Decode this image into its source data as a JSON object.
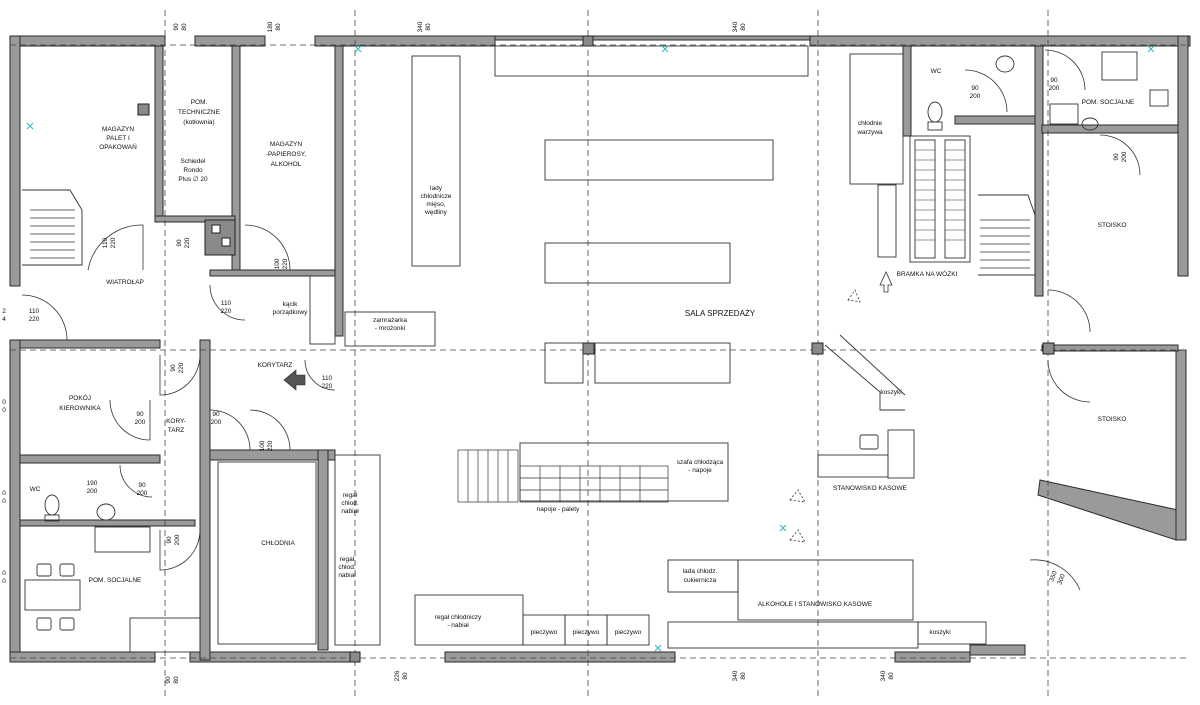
{
  "rooms": {
    "magazyn_palet": [
      "MAGAZYN",
      "PALET I",
      "OPAKOWAŃ"
    ],
    "pom_techniczne": [
      "POM.",
      "TECHNICZNE",
      "(kotłownia)"
    ],
    "magazyn_papierosy": [
      "MAGAZYN",
      "-PAPIEROSY,",
      "ALKOHOL"
    ],
    "boiler": [
      "Schiedel",
      "Rondo",
      "Plus  ∅ 20"
    ],
    "wiatrolap": "WIATROŁAP",
    "katek": [
      "kącik",
      "porządkowy"
    ],
    "zamrazarka": [
      "zamrażarka",
      "- mrożonki"
    ],
    "lady": [
      "lady",
      "chłodnicze",
      "mięso,",
      "wędliny"
    ],
    "sala": "SALA SPRZEDAŻY",
    "chlodnie_warzywa": [
      "chłodnie",
      "warzywa"
    ],
    "bramka": "BRAMKA NA WÓZKI",
    "wc_top": "WC",
    "pom_socjalne_top": "POM. SOCJALNE",
    "stoisko_1": "STOISKO",
    "stoisko_2": "STOISKO",
    "korytarz_main": "KORYTARZ",
    "korytarz_left": [
      "KORY-",
      "TARZ"
    ],
    "pokoj": [
      "POKÓJ",
      "KIEROWNIKA"
    ],
    "wc_left": "WC",
    "pom_socjalne_left": "POM. SOCJALNE",
    "chlodnia": "CHŁODNIA",
    "regal_1": [
      "regał",
      "chłod.",
      "nabiał"
    ],
    "regal_2": [
      "regał",
      "chłod.",
      "nabiał"
    ],
    "regal_chlodniczy": [
      "regał chłodniczy",
      "- nabiał"
    ],
    "pieczywo": [
      "pieczywo",
      "pieczywo",
      "pieczywo"
    ],
    "napoje_palety": "napoje - palety",
    "szafa": [
      "szafa chłodząca",
      "- napoje"
    ],
    "koszyki_1": "koszyki",
    "stanowisko": "STANOWISKO KASOWE",
    "lada_cukiernicza": [
      "lada chłodz.",
      "cukiernicza"
    ],
    "alkohole": "ALKOHOLE I STANOWISKO KASOWE",
    "koszyki_2": "koszyki"
  },
  "dimensions": {
    "d_90_80_top_a": [
      "90",
      "80"
    ],
    "d_180_80_top": [
      "180",
      "80"
    ],
    "d_340_80_top_a": [
      "340",
      "80"
    ],
    "d_340_80_top_b": [
      "340",
      "80"
    ],
    "d_90_200_wc": [
      "90",
      "200"
    ],
    "d_90_200_soc": [
      "90",
      "200"
    ],
    "d_90_200_soc2": [
      "90",
      "200"
    ],
    "d_110_220_a": [
      "110",
      "220"
    ],
    "d_90_220": [
      "90",
      "220"
    ],
    "d_100_220_a": [
      "100",
      "220"
    ],
    "d_110_220_b": [
      "110",
      "220"
    ],
    "d_110_220_c": [
      "110",
      "220"
    ],
    "d_90_220_b": [
      "90",
      "220"
    ],
    "d_110_220_d": [
      "110",
      "220"
    ],
    "d_90_200_a": [
      "90",
      "200"
    ],
    "d_90_200_b": [
      "90",
      "200"
    ],
    "d_100_220_b": [
      "100",
      "220"
    ],
    "d_190_200": [
      "190",
      "200"
    ],
    "d_90_200_c": [
      "90",
      "200"
    ],
    "d_90_200_d": [
      "90",
      "200"
    ],
    "d_350_300": [
      "350",
      "300"
    ],
    "d_90_80_bot": [
      "90",
      "80"
    ],
    "d_226_80_bot": [
      "226",
      "80"
    ],
    "d_340_80_bot_a": [
      "340",
      "80"
    ],
    "d_340_80_bot_b": [
      "340",
      "80"
    ],
    "d_side_a": [
      "2",
      "4"
    ],
    "d_side_b": [
      "0",
      "0"
    ],
    "d_side_c": [
      "0",
      "0"
    ],
    "d_side_d": [
      "0",
      "0"
    ]
  }
}
